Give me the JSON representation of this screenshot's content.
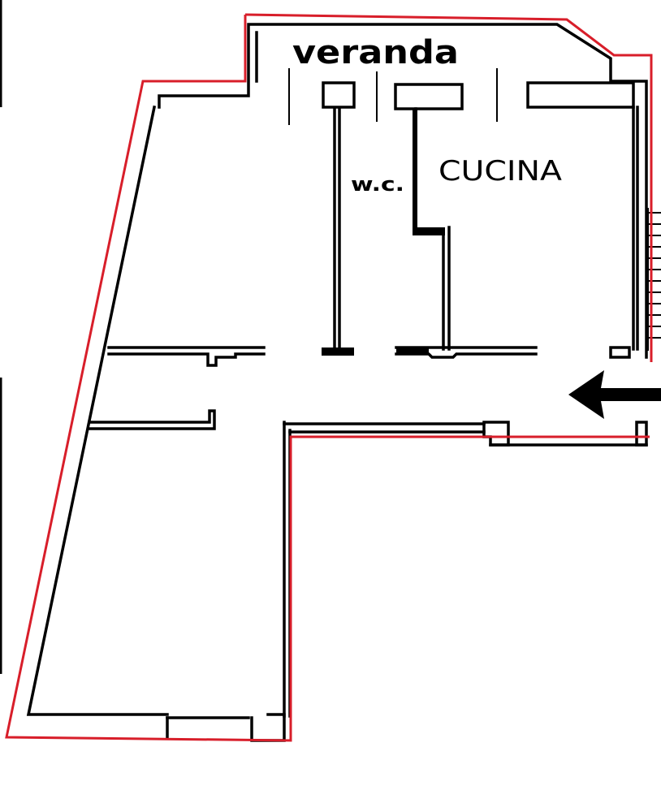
{
  "labels": {
    "veranda": "veranda",
    "wc": "w.c.",
    "cucina": "CUCINA"
  },
  "colors": {
    "outline": "#d81e2a",
    "wall": "#000000",
    "background": "#ffffff"
  },
  "icons": {
    "entrance": "arrow-left-icon"
  }
}
